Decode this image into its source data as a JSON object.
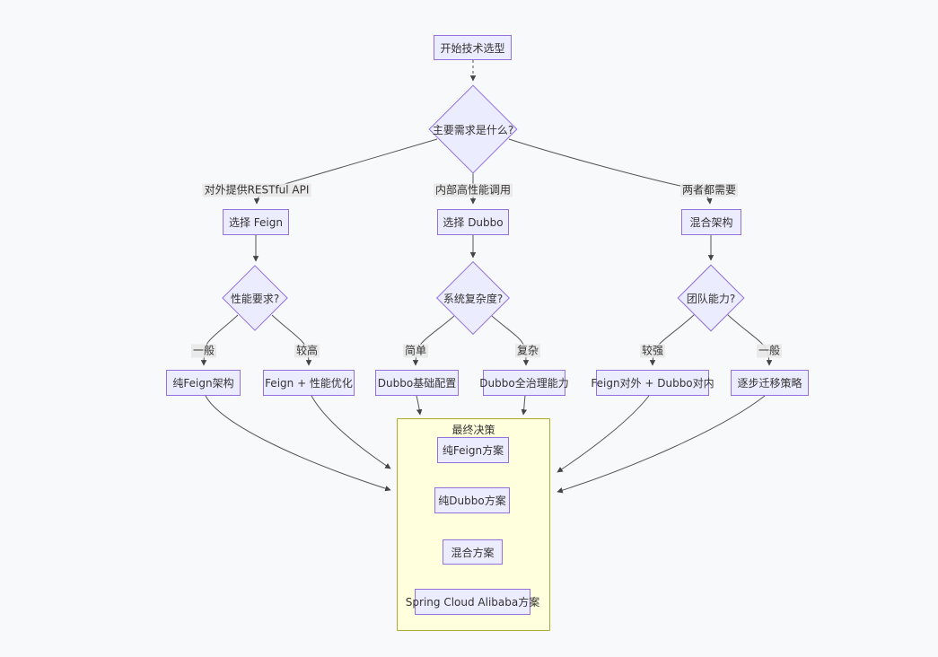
{
  "colors": {
    "background": "#f8f9fb",
    "node_fill": "#ececff",
    "node_border": "#9370db",
    "cluster_fill": "#ffffde",
    "cluster_border": "#aaaa33",
    "edge_stroke": "#555555",
    "edge_label_bg": "#e8e8e8",
    "text": "#333333"
  },
  "nodes": {
    "start": {
      "label": "开始技术选型",
      "shape": "rect"
    },
    "main_question": {
      "label": "主要需求是什么?",
      "shape": "diamond"
    },
    "choose_feign": {
      "label": "选择 Feign",
      "shape": "rect"
    },
    "choose_dubbo": {
      "label": "选择 Dubbo",
      "shape": "rect"
    },
    "hybrid_arch": {
      "label": "混合架构",
      "shape": "rect"
    },
    "perf_question": {
      "label": "性能要求?",
      "shape": "diamond"
    },
    "complexity_question": {
      "label": "系统复杂度?",
      "shape": "diamond"
    },
    "team_question": {
      "label": "团队能力?",
      "shape": "diamond"
    },
    "pure_feign_arch": {
      "label": "纯Feign架构",
      "shape": "rect"
    },
    "feign_perf_opt": {
      "label": "Feign + 性能优化",
      "shape": "rect"
    },
    "dubbo_basic": {
      "label": "Dubbo基础配置",
      "shape": "rect"
    },
    "dubbo_full": {
      "label": "Dubbo全治理能力",
      "shape": "rect"
    },
    "feign_out_dubbo_in": {
      "label": "Feign对外 + Dubbo对内",
      "shape": "rect"
    },
    "gradual_migration": {
      "label": "逐步迁移策略",
      "shape": "rect"
    }
  },
  "cluster": {
    "label": "最终决策",
    "nodes": {
      "pure_feign_plan": {
        "label": "纯Feign方案"
      },
      "pure_dubbo_plan": {
        "label": "纯Dubbo方案"
      },
      "hybrid_plan": {
        "label": "混合方案"
      },
      "sca_plan": {
        "label": "Spring Cloud Alibaba方案"
      }
    }
  },
  "edge_labels": {
    "restful": "对外提供RESTful API",
    "internal": "内部高性能调用",
    "both": "两者都需要",
    "general1": "一般",
    "higher": "较高",
    "simple": "简单",
    "complex": "复杂",
    "strong": "较强",
    "general2": "一般"
  },
  "edges": [
    {
      "from": "start",
      "to": "main_question",
      "label": "",
      "style": "dashed"
    },
    {
      "from": "main_question",
      "to": "choose_feign",
      "label": "对外提供RESTful API",
      "style": "solid"
    },
    {
      "from": "main_question",
      "to": "choose_dubbo",
      "label": "内部高性能调用",
      "style": "solid"
    },
    {
      "from": "main_question",
      "to": "hybrid_arch",
      "label": "两者都需要",
      "style": "solid"
    },
    {
      "from": "choose_feign",
      "to": "perf_question",
      "label": "",
      "style": "solid"
    },
    {
      "from": "choose_dubbo",
      "to": "complexity_question",
      "label": "",
      "style": "solid"
    },
    {
      "from": "hybrid_arch",
      "to": "team_question",
      "label": "",
      "style": "solid"
    },
    {
      "from": "perf_question",
      "to": "pure_feign_arch",
      "label": "一般",
      "style": "solid"
    },
    {
      "from": "perf_question",
      "to": "feign_perf_opt",
      "label": "较高",
      "style": "solid"
    },
    {
      "from": "complexity_question",
      "to": "dubbo_basic",
      "label": "简单",
      "style": "solid"
    },
    {
      "from": "complexity_question",
      "to": "dubbo_full",
      "label": "复杂",
      "style": "solid"
    },
    {
      "from": "team_question",
      "to": "feign_out_dubbo_in",
      "label": "较强",
      "style": "solid"
    },
    {
      "from": "team_question",
      "to": "gradual_migration",
      "label": "一般",
      "style": "solid"
    },
    {
      "from": "pure_feign_arch",
      "to": "final_decision_cluster",
      "label": "",
      "style": "solid"
    },
    {
      "from": "feign_perf_opt",
      "to": "final_decision_cluster",
      "label": "",
      "style": "solid"
    },
    {
      "from": "dubbo_basic",
      "to": "final_decision_cluster",
      "label": "",
      "style": "solid"
    },
    {
      "from": "dubbo_full",
      "to": "final_decision_cluster",
      "label": "",
      "style": "solid"
    },
    {
      "from": "feign_out_dubbo_in",
      "to": "final_decision_cluster",
      "label": "",
      "style": "solid"
    },
    {
      "from": "gradual_migration",
      "to": "final_decision_cluster",
      "label": "",
      "style": "solid"
    }
  ]
}
